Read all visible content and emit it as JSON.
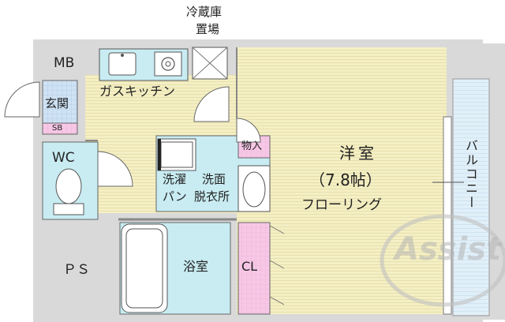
{
  "labels": {
    "fridge": "冷蔵庫",
    "fridge_place": "置場",
    "mb": "MB",
    "kitchen": "ガスキッチン",
    "entrance": "玄関",
    "sb": "SB",
    "wc": "WC",
    "storage": "物入",
    "washer": "洗濯",
    "washer2": "パン",
    "washroom": "洗面",
    "washroom2": "脱衣所",
    "bath": "浴室",
    "cl": "CL",
    "ps": "ＰＳ",
    "room": "洋室",
    "room_size": "（7.8帖）",
    "flooring": "フローリング",
    "balcony": "バルコニー",
    "watermark": "Assist"
  },
  "colors": {
    "wall": "#d9d9d9",
    "floor": "#f4efc4",
    "wet_area": "#c8ecf2",
    "closet": "#f7c8e6",
    "balcony": "#e1eff8",
    "tile": "#cfe2f4"
  }
}
